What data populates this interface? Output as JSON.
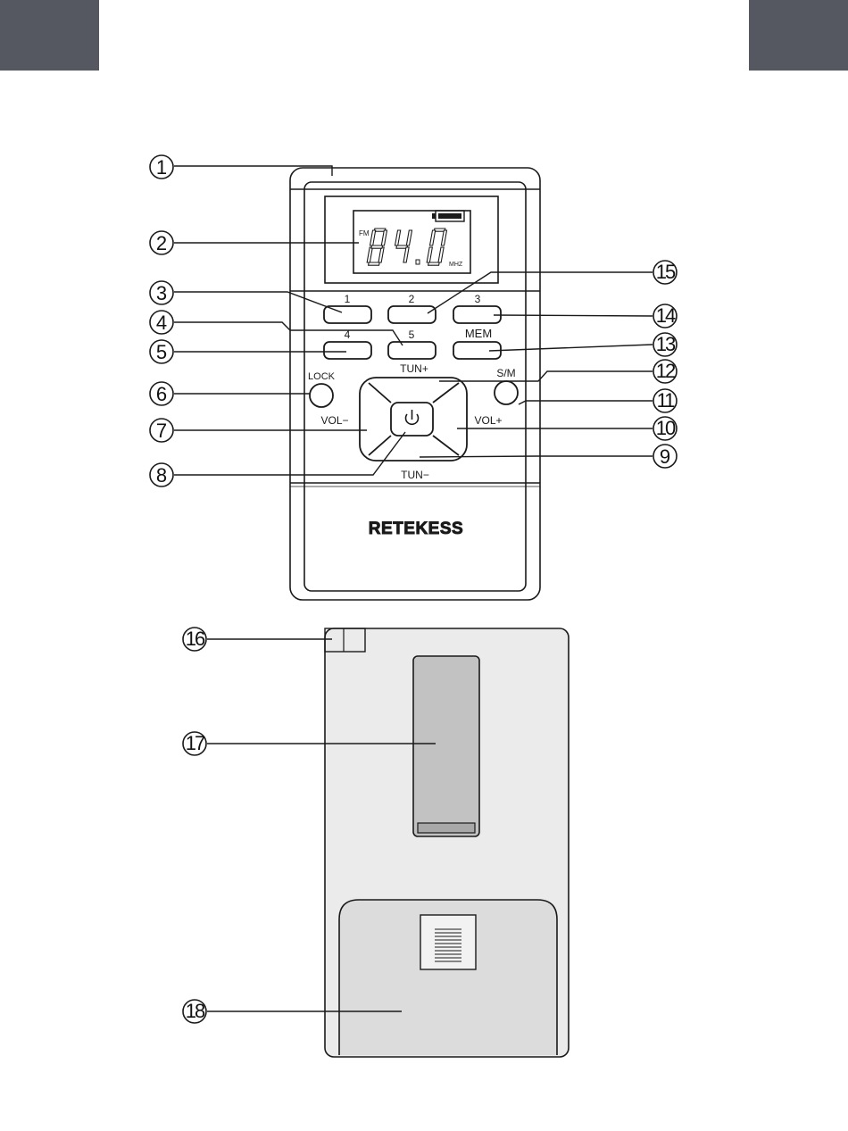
{
  "colors": {
    "corner_tab": "#565861",
    "line": "#1a1a1a",
    "back_panel": "#ebebeb",
    "clip": "#c2c2c2",
    "clip_base": "#a8a8a8",
    "battery_door": "#dcdcdc"
  },
  "front": {
    "display": {
      "band": "FM",
      "frequency": "84.0",
      "unit": "MHZ"
    },
    "preset_labels": [
      "1",
      "2",
      "3",
      "4",
      "5"
    ],
    "mem_label": "MEM",
    "sm_label": "S/M",
    "lock_label": "LOCK",
    "tun_plus_label": "TUN+",
    "tun_minus_label": "TUN−",
    "vol_minus_label": "VOL−",
    "vol_plus_label": "VOL+",
    "brand": "RETEKESS",
    "power_icon": "power-icon"
  },
  "callouts": [
    "1",
    "2",
    "3",
    "4",
    "5",
    "6",
    "7",
    "8",
    "9",
    "10",
    "11",
    "12",
    "13",
    "14",
    "15",
    "16",
    "17",
    "18"
  ]
}
